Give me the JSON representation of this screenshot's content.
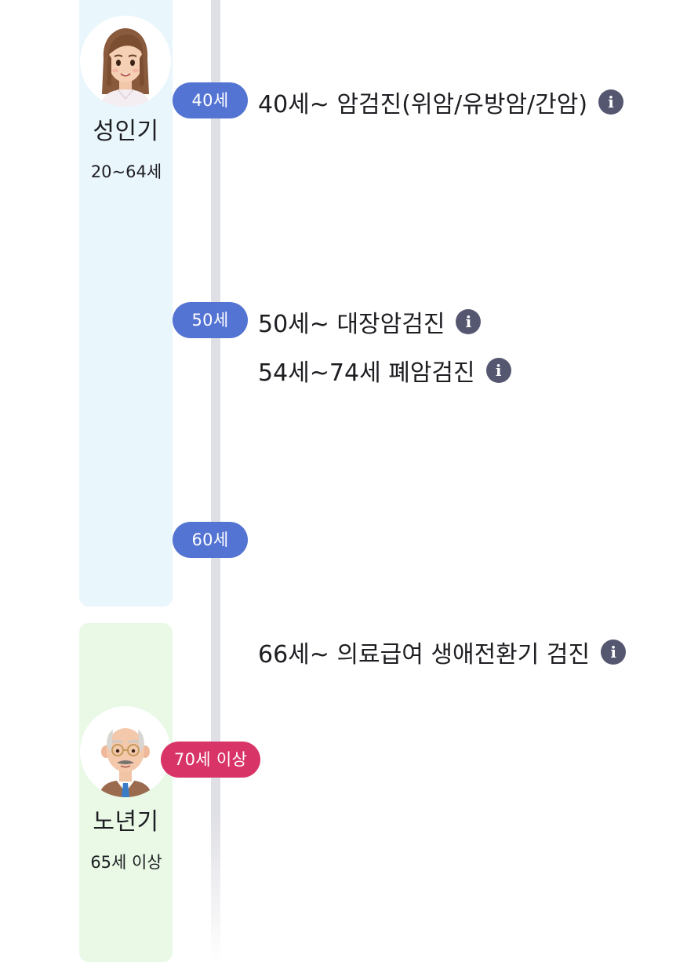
{
  "stages": [
    {
      "title": "성인기",
      "range": "20~64세",
      "avatar": "woman-avatar-icon"
    },
    {
      "title": "노년기",
      "range": "65세 이상",
      "avatar": "elderly-man-avatar-icon"
    }
  ],
  "age_markers": [
    "40세",
    "50세",
    "60세",
    "70세 이상"
  ],
  "exams": [
    {
      "label": "40세~ 암검진(위암/유방암/간암)",
      "info": "i"
    },
    {
      "label": "50세~ 대장암검진",
      "info": "i"
    },
    {
      "label": "54세~74세 폐암검진",
      "info": "i"
    },
    {
      "label": "66세~ 의료급여 생애전환기 검진",
      "info": "i"
    }
  ],
  "colors": {
    "adult_bg": "#e9f6fc",
    "senior_bg": "#e9f9e6",
    "age_pill_blue": "#5474d3",
    "age_pill_red": "#d83468",
    "info_icon": "#555770",
    "timeline": "#dfe0e5"
  }
}
